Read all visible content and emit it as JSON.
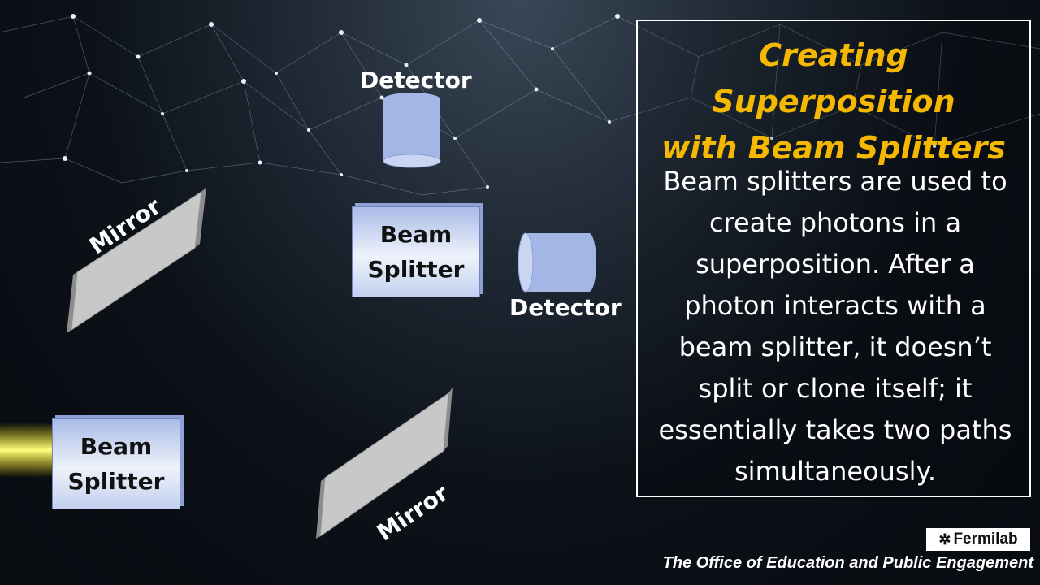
{
  "title_lines": [
    "Creating Superposition",
    "with Beam Splitters"
  ],
  "body_lines": [
    "Beam splitters are used to",
    "create photons in a",
    "superposition. After a",
    "photon interacts with a",
    "beam splitter, it doesn’t",
    "split or clone itself; it",
    "essentially takes two paths",
    "simultaneously."
  ],
  "diagram": {
    "detector_top": "Detector",
    "detector_right": "Detector",
    "mirror_top": "Mirror",
    "mirror_bottom": "Mirror",
    "splitter_top": [
      "Beam",
      "Splitter"
    ],
    "splitter_bottom": [
      "Beam",
      "Splitter"
    ]
  },
  "footer": {
    "logo": "Fermilab",
    "office": "The Office of Education and Public Engagement"
  },
  "colors": {
    "title": "#f5b800",
    "laser": "#ffe600",
    "detector": "#a3b6e6",
    "mirror": "#c8c8c8"
  },
  "icons": [
    "fermilab-logo-icon"
  ]
}
